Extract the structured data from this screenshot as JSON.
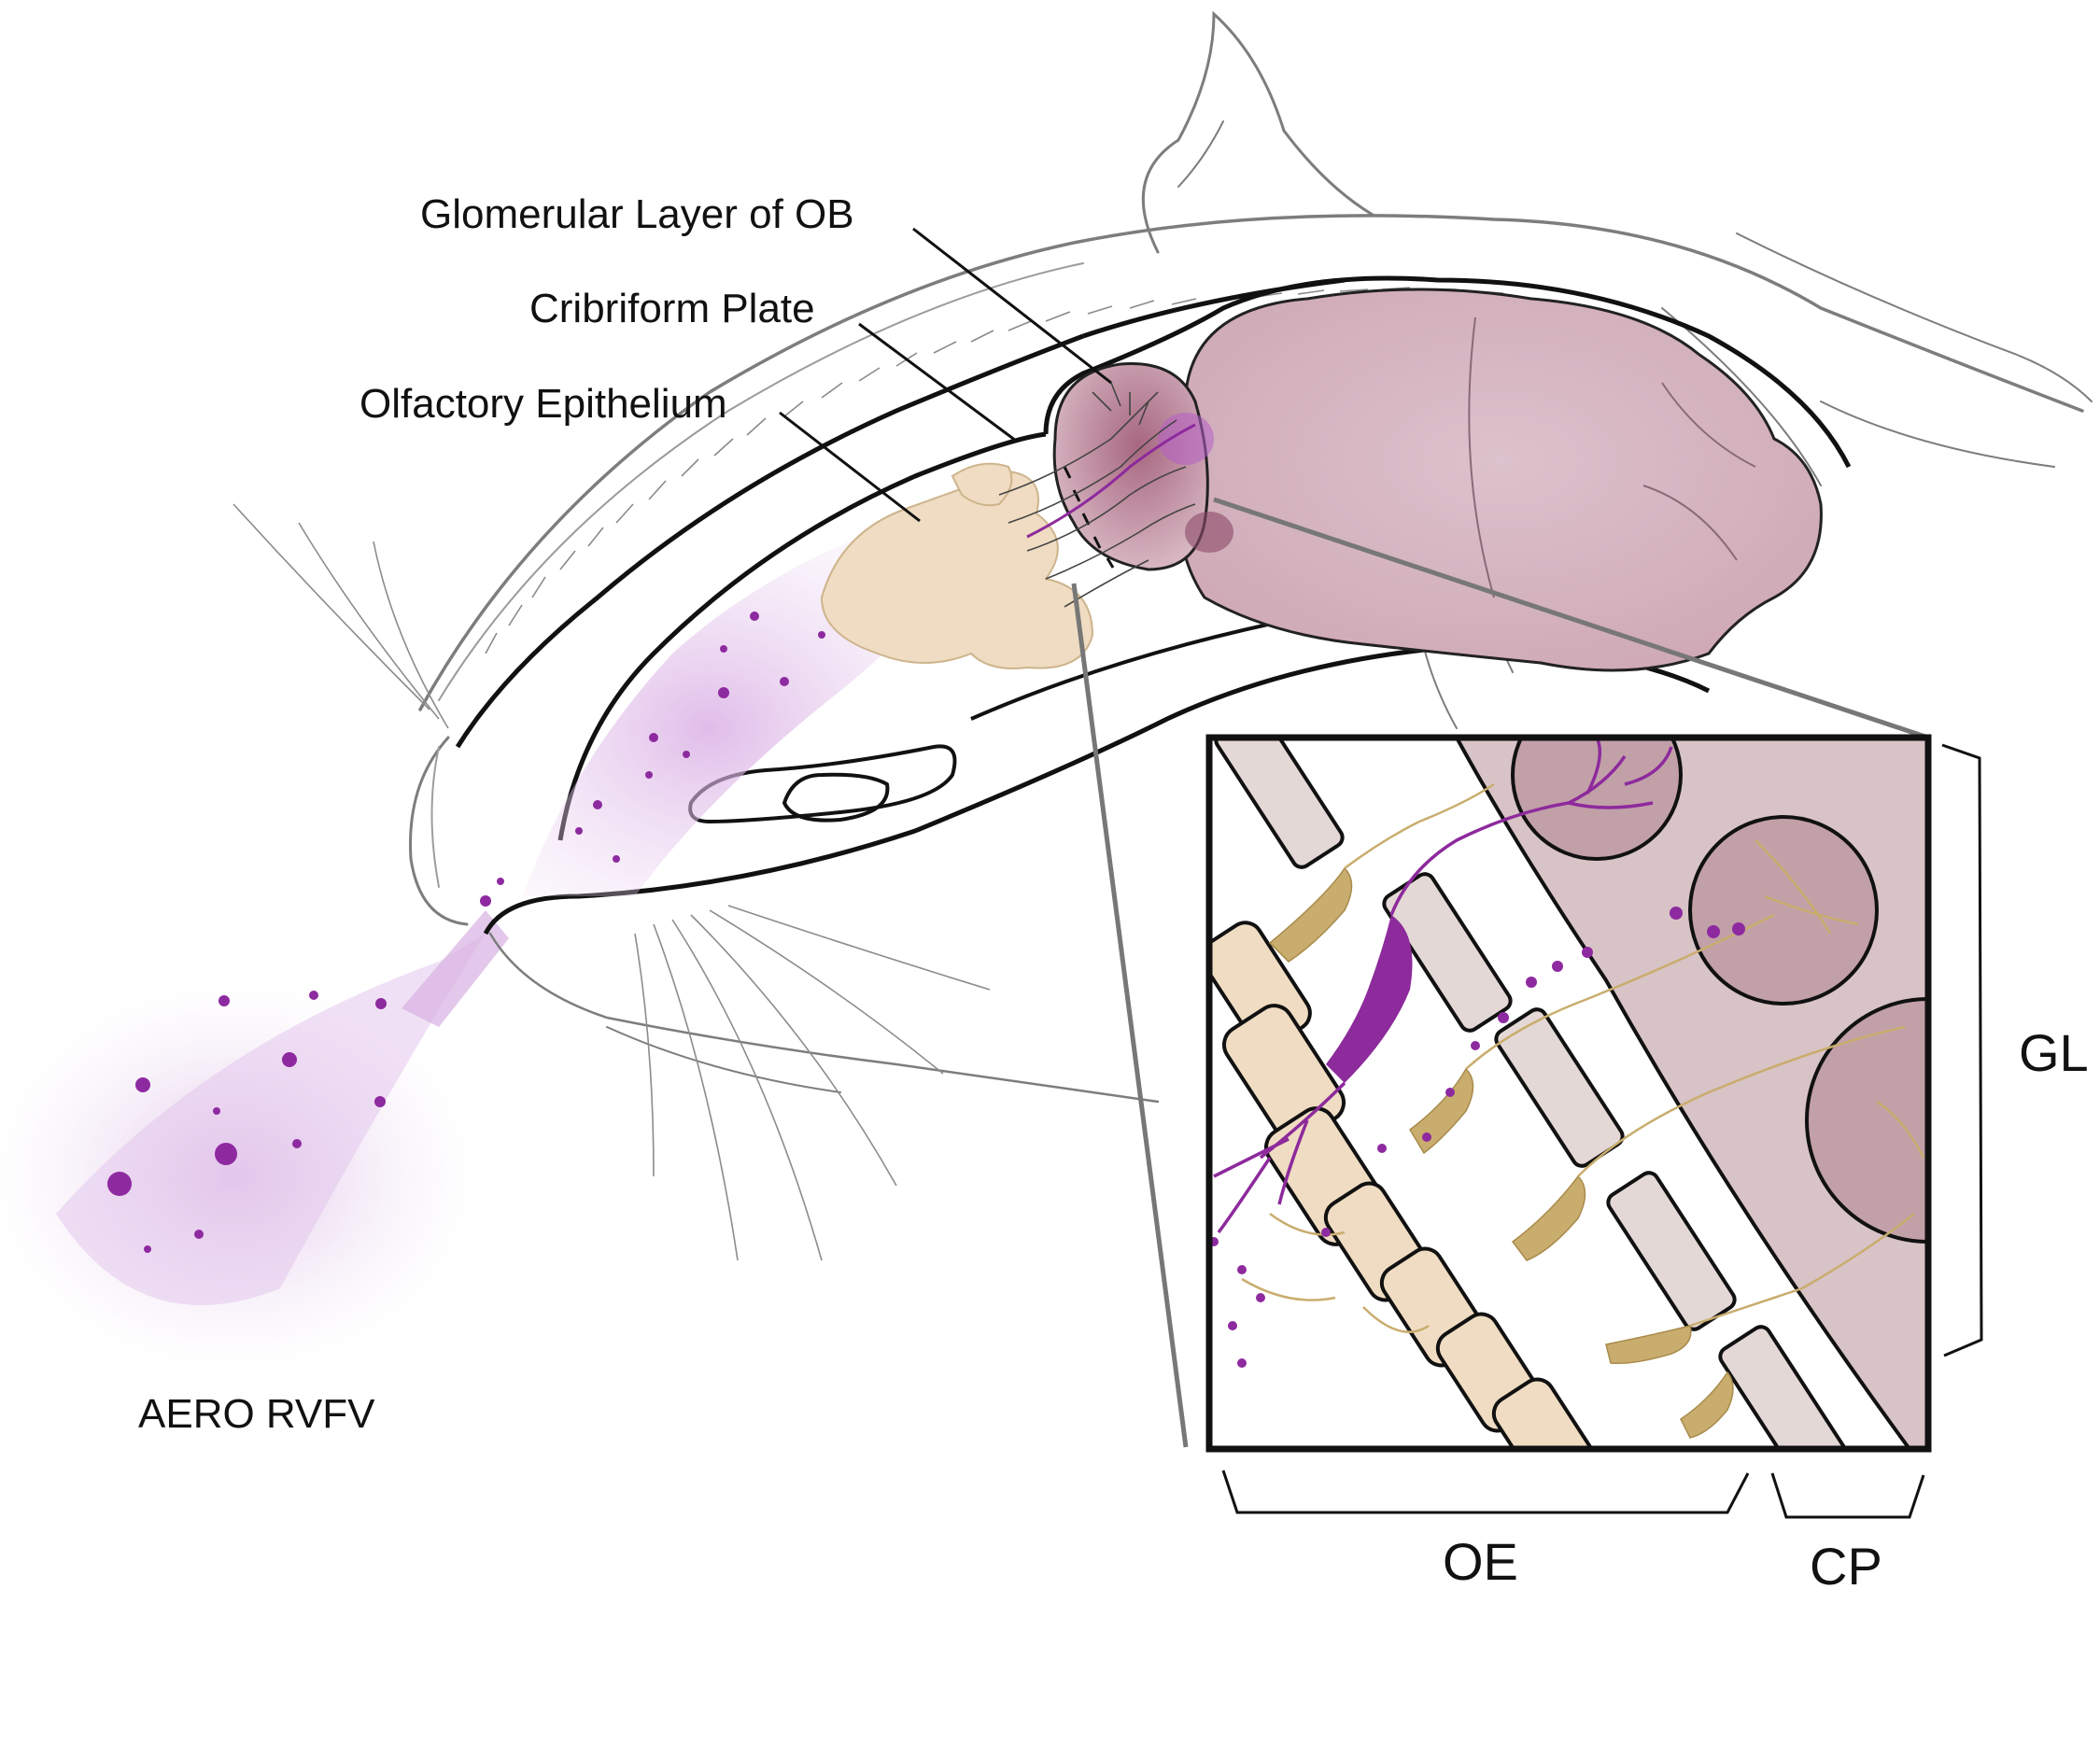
{
  "labels": {
    "glomerular_layer": "Glomerular Layer of OB",
    "cribriform_plate": "Cribriform Plate",
    "olfactory_epithelium": "Olfactory Epithelium",
    "aero_rvfv": "AERO RVFV",
    "gl": "GL",
    "oe": "OE",
    "cp": "CP"
  },
  "colors": {
    "virus": "#8e2aa0",
    "brain": "#d9bcc6",
    "bulb": "#b98fa0",
    "epithelium": "#eedcc0",
    "neuron": "#c9ad6e",
    "infected_neuron": "#8d2a9c",
    "plate": "#e2d6d4",
    "outline": "#111111",
    "sketch": "#7a7a7a"
  }
}
